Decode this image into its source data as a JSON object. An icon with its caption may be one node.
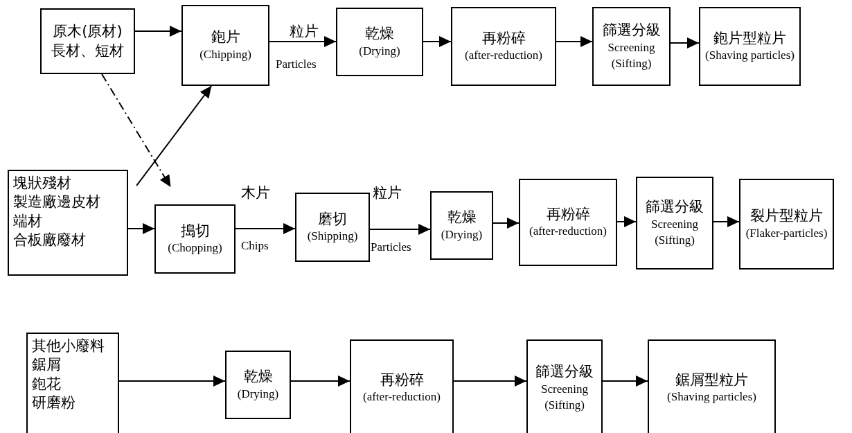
{
  "diagram": {
    "nodes": [
      {
        "text": [
          "原木(原材)",
          "長材、短材"
        ]
      },
      {
        "text": [
          "鉋片",
          "(Chipping)"
        ]
      },
      {
        "text": [
          "乾燥",
          "(Drying)"
        ]
      },
      {
        "text": [
          "再粉碎",
          "(after-reduction)"
        ]
      },
      {
        "text": [
          "篩選分級",
          "Screening (Sifting)"
        ]
      },
      {
        "text": [
          "鉋片型粒片",
          "(Shaving particles)"
        ]
      },
      {
        "text": [
          "塊狀殘材",
          "製造廠邊皮材",
          "端材",
          "合板廠廢材"
        ]
      },
      {
        "text": [
          "搗切",
          "(Chopping)"
        ]
      },
      {
        "text": [
          "磨切",
          "(Shipping)"
        ]
      },
      {
        "text": [
          "乾燥",
          "(Drying)"
        ]
      },
      {
        "text": [
          "再粉碎",
          "(after-reduction)"
        ]
      },
      {
        "text": [
          "篩選分級",
          "Screening (Sifting)"
        ]
      },
      {
        "text": [
          "裂片型粒片",
          "(Flaker-particles)"
        ]
      },
      {
        "text": [
          "其他小廢料",
          "鋸屑",
          "鉋花",
          "研磨粉"
        ]
      },
      {
        "text": [
          "乾燥",
          "(Drying)"
        ]
      },
      {
        "text": [
          "再粉碎",
          "(after-reduction)"
        ]
      },
      {
        "text": [
          "篩選分級",
          "Screening (Sifting)"
        ]
      },
      {
        "text": [
          "鋸屑型粒片",
          "(Shaving particles)"
        ]
      }
    ],
    "edges": [
      {
        "from": 0,
        "to": 1,
        "arrow": "to"
      },
      {
        "from": 1,
        "to": 2,
        "arrow": "to"
      },
      {
        "from": 2,
        "to": 3,
        "arrow": "to"
      },
      {
        "from": 3,
        "to": 4,
        "arrow": "to"
      },
      {
        "from": 4,
        "to": 5,
        "arrow": "to"
      },
      {
        "from": 0,
        "to": 7,
        "arrow": "to",
        "style": "dashed"
      },
      {
        "from": 6,
        "to": 1,
        "arrow": "to"
      },
      {
        "from": 6,
        "to": 7,
        "arrow": "to"
      },
      {
        "from": 7,
        "to": 8,
        "arrow": "to"
      },
      {
        "from": 8,
        "to": 9,
        "arrow": "to"
      },
      {
        "from": 9,
        "to": 10,
        "arrow": "to"
      },
      {
        "from": 10,
        "to": 11,
        "arrow": "to"
      },
      {
        "from": 11,
        "to": 12,
        "arrow": "to"
      },
      {
        "from": 13,
        "to": 14,
        "arrow": "to"
      },
      {
        "from": 14,
        "to": 15,
        "arrow": "to"
      },
      {
        "from": 15,
        "to": 16,
        "arrow": "to"
      },
      {
        "from": 16,
        "to": 17,
        "arrow": "to"
      }
    ],
    "labels": [
      "粒片",
      "Particles",
      "木片",
      "Chips",
      "粒片",
      "Particles"
    ]
  }
}
